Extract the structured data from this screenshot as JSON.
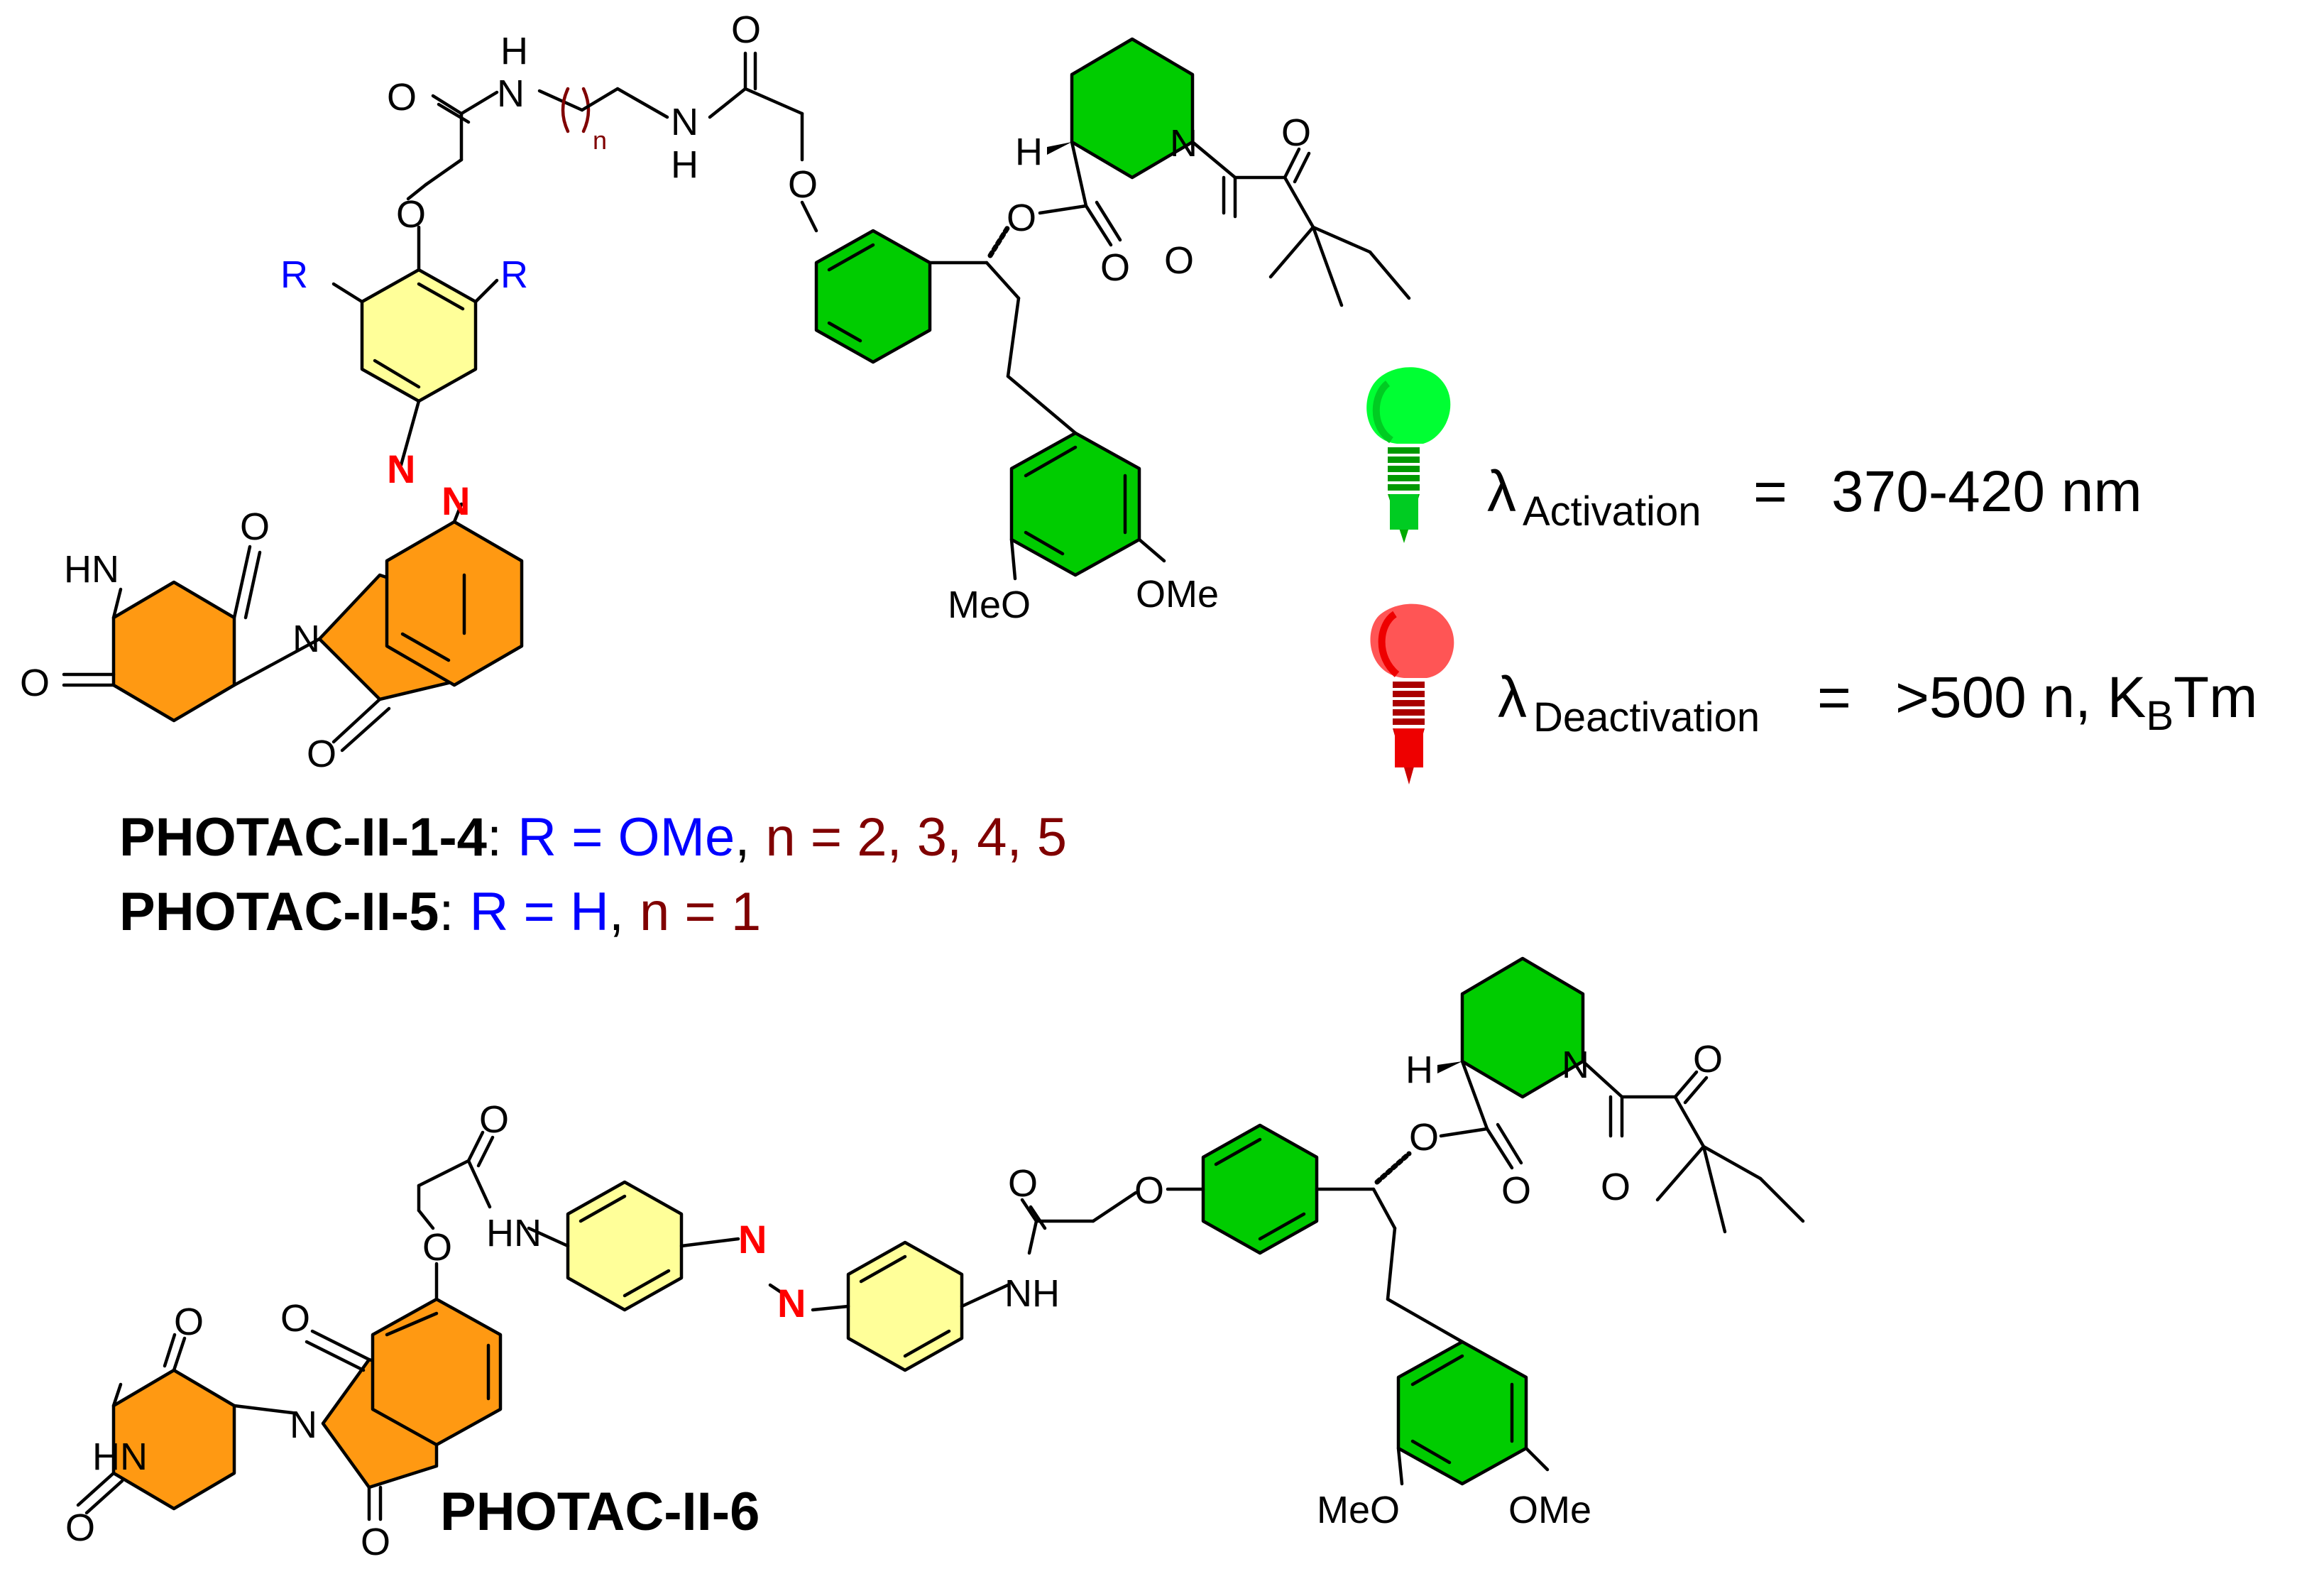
{
  "colors": {
    "thalidomide_fill": "#ff9912",
    "azobenzene_fill": "#ffff99",
    "ligand_fill": "#00cc00",
    "azo_nitrogen": "#ff0000",
    "r_group": "#0000ff",
    "n_value": "#800000",
    "bulb_green": "#00ff33",
    "bulb_red": "#ff5555"
  },
  "icons": {
    "activation_bulb": "green-light-bulb",
    "deactivation_bulb": "red-light-bulb"
  },
  "atom_labels": {
    "H": "H",
    "N": "N",
    "O": "O",
    "NH": "NH",
    "HN": "HN",
    "R": "R",
    "n": "n",
    "MeO": "MeO",
    "OMe": "OMe"
  },
  "legend": {
    "activation": {
      "symbol": "λ",
      "subscript": "Activation",
      "equals": "=",
      "value": "370-420 nm"
    },
    "deactivation": {
      "symbol": "λ",
      "subscript": "Deactivation",
      "equals": "=",
      "value_prefix": ">500 n, K",
      "value_sub": "B",
      "value_suffix": "Tm"
    }
  },
  "captions": {
    "series1": {
      "name": "PHOTAC-II-1-4",
      "sep": ":",
      "r_part": "R = OMe",
      "comma": ",",
      "n_part": "n = 2, 3, 4, 5"
    },
    "series2": {
      "name": "PHOTAC-II-5",
      "sep": ":",
      "r_part": "R = H",
      "comma": ",",
      "n_part": "n = 1"
    },
    "compound3": {
      "name": "PHOTAC-II-6"
    }
  }
}
